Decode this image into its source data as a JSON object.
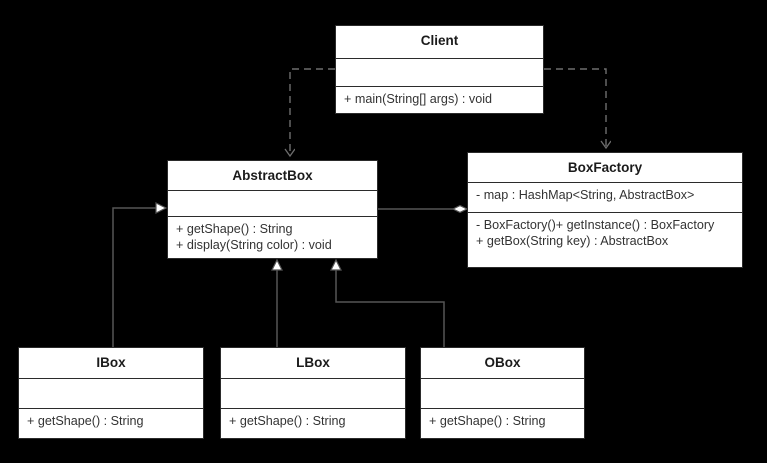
{
  "diagram": {
    "type": "uml-class-diagram",
    "background_color": "#000000",
    "box_fill_color": "#ffffff",
    "line_color": "#555555",
    "border_color": "#2b2b2b",
    "text_color": "#333333"
  },
  "classes": {
    "client": {
      "name": "Client",
      "attributes": [],
      "operations": [
        "+ main(String[] args) : void"
      ]
    },
    "abstractbox": {
      "name": "AbstractBox",
      "attributes": [],
      "operations": [
        "+ getShape() : String",
        "+ display(String color) : void"
      ]
    },
    "boxfactory": {
      "name": "BoxFactory",
      "attributes": [
        "- map : HashMap<String, AbstractBox>"
      ],
      "operations": [
        "- BoxFactory()+ getInstance() : BoxFactory",
        "+ getBox(String key) : AbstractBox"
      ]
    },
    "ibox": {
      "name": "IBox",
      "attributes": [],
      "operations": [
        "+ getShape() : String"
      ]
    },
    "lbox": {
      "name": "LBox",
      "attributes": [],
      "operations": [
        "+ getShape() : String"
      ]
    },
    "obox": {
      "name": "OBox",
      "attributes": [],
      "operations": [
        "+ getShape() : String"
      ]
    }
  },
  "relationships": [
    {
      "id": "client-to-abstractbox",
      "type": "dependency",
      "style": "dashed",
      "arrow": "open",
      "from": "client",
      "to": "abstractbox"
    },
    {
      "id": "client-to-boxfactory",
      "type": "dependency",
      "style": "dashed",
      "arrow": "open",
      "from": "client",
      "to": "boxfactory"
    },
    {
      "id": "boxfactory-to-abstractbox",
      "type": "aggregation",
      "style": "solid",
      "arrow": "hollow-diamond",
      "from": "boxfactory",
      "to": "abstractbox"
    },
    {
      "id": "ibox-to-abstractbox",
      "type": "generalization",
      "style": "solid",
      "arrow": "hollow-triangle",
      "from": "ibox",
      "to": "abstractbox"
    },
    {
      "id": "lbox-to-abstractbox",
      "type": "generalization",
      "style": "solid",
      "arrow": "hollow-triangle",
      "from": "lbox",
      "to": "abstractbox"
    },
    {
      "id": "obox-to-abstractbox",
      "type": "generalization",
      "style": "solid",
      "arrow": "hollow-triangle",
      "from": "obox",
      "to": "abstractbox"
    }
  ]
}
